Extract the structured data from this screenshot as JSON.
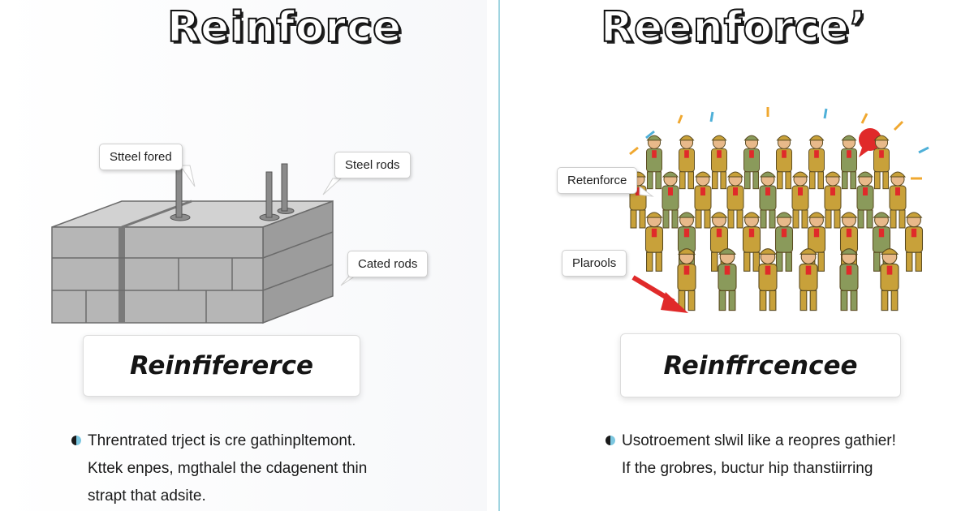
{
  "left": {
    "title": "Reinforce",
    "callouts": [
      "Stteel fored",
      "Steel rods",
      "Cated rods"
    ],
    "label": "Reinfiferercе",
    "bullet_lines": [
      "Threntrated trject is cre gathinpltemont.",
      "Kttek enpes, mgthalel the cdagenent thin",
      "strapt that adsite."
    ]
  },
  "right": {
    "title": "Reenforce’",
    "callouts": [
      "Retenforce",
      "Plarools"
    ],
    "label": "Reinffrcencee",
    "bullet_lines": [
      "Usotroement slwil like a reopres gathier!",
      "If the grobres, buctur hip thanstiirring"
    ]
  },
  "colors": {
    "divider": "#9fd4e0",
    "brick": "#b0b0b0",
    "brick_top": "#cfcfcf",
    "uniform_khaki": "#c8a13a",
    "uniform_green": "#8a9a5b",
    "accent_red": "#e02a2a",
    "burst_orange": "#f0a830",
    "burst_blue": "#4fb0d8"
  },
  "icons": [
    "steel-rod-icon",
    "brick-wall-icon",
    "soldier-icon",
    "speech-bubble-icon",
    "red-arrow-icon"
  ]
}
